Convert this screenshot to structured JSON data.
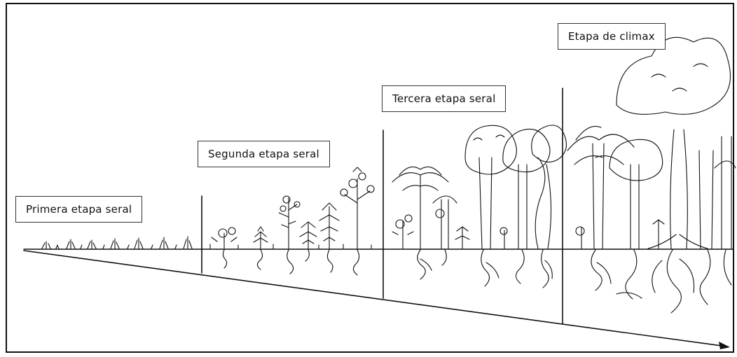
{
  "stages": [
    {
      "label": "Primera etapa seral"
    },
    {
      "label": "Segunda etapa seral"
    },
    {
      "label": "Tercera etapa seral"
    },
    {
      "label": "Etapa de climax"
    }
  ],
  "colors": {
    "ink": "#111111",
    "background": "#ffffff"
  }
}
